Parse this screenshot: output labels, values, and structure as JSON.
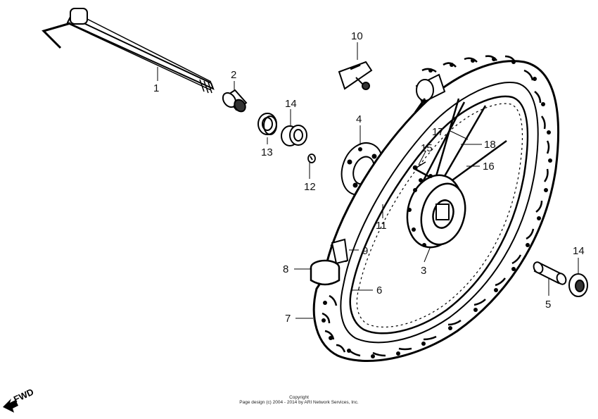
{
  "callouts": [
    {
      "id": "1",
      "text": "1"
    },
    {
      "id": "2",
      "text": "2"
    },
    {
      "id": "3",
      "text": "3"
    },
    {
      "id": "4",
      "text": "4"
    },
    {
      "id": "5",
      "text": "5"
    },
    {
      "id": "6",
      "text": "6"
    },
    {
      "id": "7",
      "text": "7"
    },
    {
      "id": "8",
      "text": "8"
    },
    {
      "id": "9",
      "text": "9"
    },
    {
      "id": "10",
      "text": "10"
    },
    {
      "id": "11",
      "text": "11"
    },
    {
      "id": "12",
      "text": "12"
    },
    {
      "id": "13",
      "text": "13"
    },
    {
      "id": "14a",
      "text": "14"
    },
    {
      "id": "14b",
      "text": "14"
    },
    {
      "id": "15",
      "text": "15"
    },
    {
      "id": "16",
      "text": "16"
    },
    {
      "id": "17",
      "text": "17"
    },
    {
      "id": "18",
      "text": "18"
    }
  ],
  "fwd_label": "FWD",
  "copyright": {
    "line1": "Copyright",
    "line2": "Page design (c) 2004 - 2014 by ARI Network Services, Inc."
  }
}
